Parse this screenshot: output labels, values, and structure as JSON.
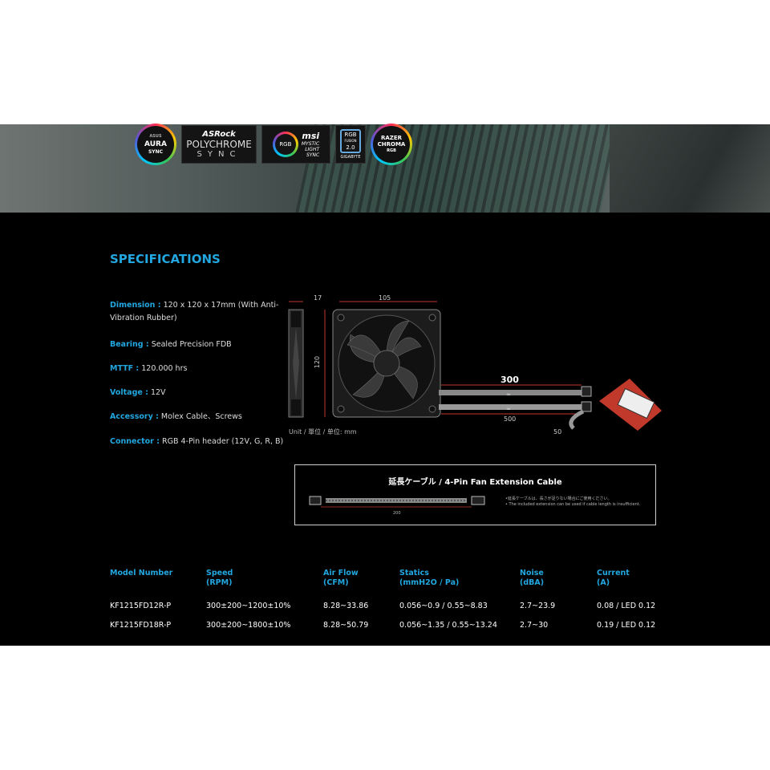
{
  "banner": {
    "logos": {
      "aura": {
        "line1": "AURA",
        "line2": "SYNC",
        "brand": "ASUS"
      },
      "asrock": {
        "brand": "ASRock",
        "line1": "POLYCHROME",
        "line2": "SYNC"
      },
      "msi": {
        "ring": "RGB",
        "brand": "msi",
        "line1": "MYSTIC",
        "line2": "LIGHT",
        "line3": "SYNC"
      },
      "gigabyte": {
        "line1": "RGB",
        "line2": "FUSION",
        "line3": "2.0",
        "brand": "GIGABYTE"
      },
      "razer": {
        "line1": "RAZER",
        "line2": "CHROMA",
        "line3": "RGB"
      }
    }
  },
  "title": "SPECIFICATIONS",
  "specs": [
    {
      "key": "Dimension :",
      "value": " 120 x 120 x 17mm (With Anti-Vibration Rubber)"
    },
    {
      "key": "Bearing :",
      "value": " Sealed Precision FDB"
    },
    {
      "key": "MTTF :",
      "value": " 120.000 hrs"
    },
    {
      "key": "Voltage :",
      "value": " 12V"
    },
    {
      "key": "Accessory :",
      "value": " Molex Cable、Screws"
    },
    {
      "key": "Connector :",
      "value": " RGB 4-Pin header (12V, G, R, B)"
    }
  ],
  "diagram": {
    "dim_17": "17",
    "dim_105": "105",
    "dim_120": "120",
    "dim_300": "300",
    "dim_500": "500",
    "dim_50": "50",
    "unit_note": "Unit / 單位 / 单位: mm"
  },
  "extension": {
    "title": "延長ケーブル / 4-Pin Fan Extension Cable",
    "note1": "•延長ケーブルは、長さが足りない場合にご使用ください。",
    "note2": "• The included extension can be used if cable length is insufficient.",
    "length": "200"
  },
  "table": {
    "headers": [
      {
        "line1": "Model Number",
        "line2": ""
      },
      {
        "line1": "Speed",
        "line2": "(RPM)"
      },
      {
        "line1": "Air Flow",
        "line2": "(CFM)"
      },
      {
        "line1": "Statics",
        "line2": "(mmH2O / Pa)"
      },
      {
        "line1": "Noise",
        "line2": "(dBA)"
      },
      {
        "line1": "Current",
        "line2": "(A)"
      }
    ],
    "rows": [
      [
        "KF1215FD12R-P",
        "300±200~1200±10%",
        "8.28~33.86",
        "0.056~0.9 / 0.55~8.83",
        "2.7~23.9",
        "0.08 / LED 0.12"
      ],
      [
        "KF1215FD18R-P",
        "300±200~1800±10%",
        "8.28~50.79",
        "0.056~1.35 / 0.55~13.24",
        "2.7~30",
        "0.19 / LED 0.12"
      ]
    ]
  }
}
